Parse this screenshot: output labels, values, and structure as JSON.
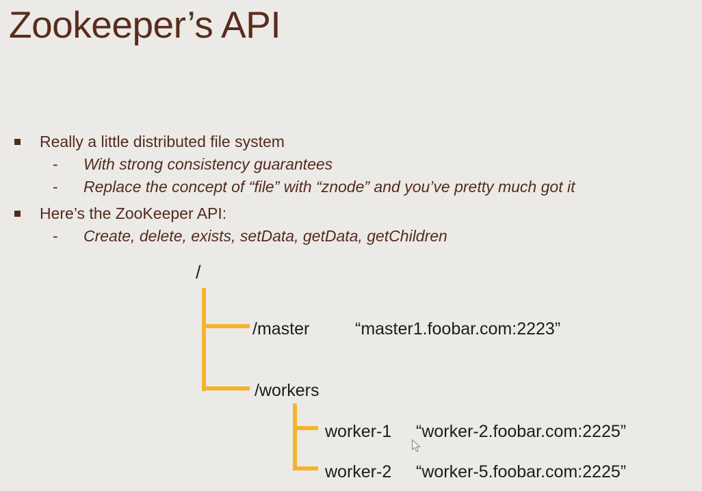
{
  "slide": {
    "title": "Zookeeper’s API",
    "sub_bullet_marker": "-",
    "bullets": [
      {
        "marker": "square",
        "text": "Really a little distributed file system"
      },
      {
        "marker": "dash",
        "text": "With strong consistency guarantees"
      },
      {
        "marker": "dash",
        "text": "Replace the concept of “file” with “znode” and you’ve pretty much got it"
      },
      {
        "marker": "square",
        "text": "Here’s the ZooKeeper API:"
      },
      {
        "marker": "dash",
        "text": "Create, delete, exists, setData, getData, getChildren"
      }
    ]
  },
  "tree": {
    "root_label": "/",
    "nodes": [
      {
        "name": "/master",
        "value": "“master1.foobar.com:2223”"
      },
      {
        "name": "/workers",
        "children": [
          {
            "name": "worker-1",
            "value": "“worker-2.foobar.com:2225”"
          },
          {
            "name": "worker-2",
            "value": "“worker-5.foobar.com:2225”"
          }
        ]
      }
    ]
  },
  "colors": {
    "bg": "#eceae7",
    "brown": "#532b1d",
    "title_brown": "#5a2c1d",
    "tree_text": "#1c1c1c",
    "connector_yellow": "#f5b32e"
  }
}
